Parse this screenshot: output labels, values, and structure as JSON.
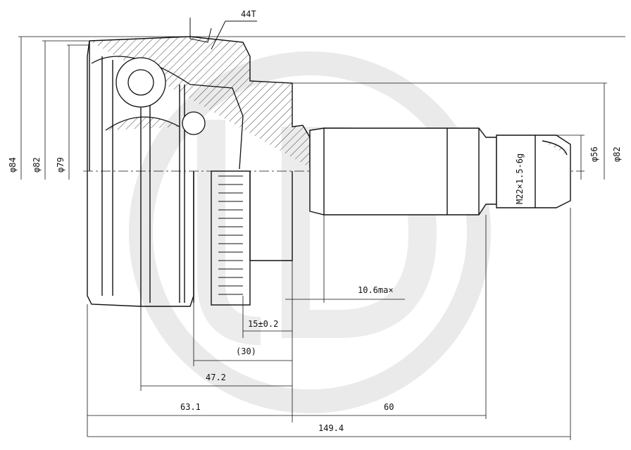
{
  "drawing": {
    "teeth_label": "44T",
    "thread_label": "M22×1.5-6g",
    "dims": {
      "d84": "φ84",
      "d82_left": "φ82",
      "d79": "φ79",
      "d56": "φ56",
      "d82_right": "φ82",
      "len_10_6": "10.6ma×",
      "len_15": "15±0.2",
      "len_30": "(30)",
      "len_47_2": "47.2",
      "len_63_1": "63.1",
      "len_60": "60",
      "len_149_4": "149.4"
    },
    "colors": {
      "line": "#111111",
      "watermark": "#d9d9d9"
    }
  }
}
